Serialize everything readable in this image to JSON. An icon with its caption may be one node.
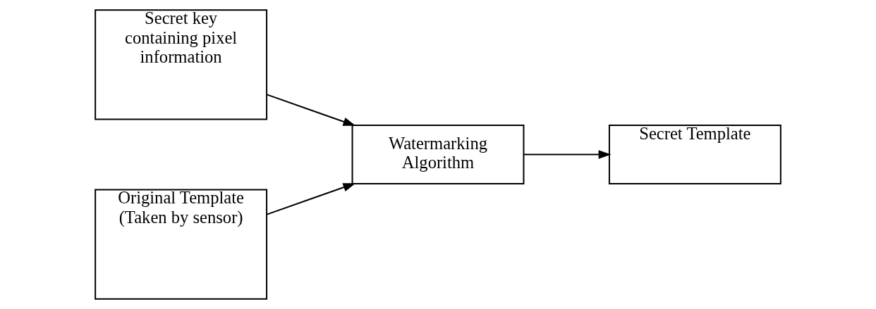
{
  "diagram": {
    "nodes": [
      {
        "text": [
          "Secret key containing pixel information"
        ]
      },
      {
        "text": [
          "Original Template (Taken by sensor)"
        ]
      },
      {
        "text": [
          "Watermarking Algorithm"
        ]
      },
      {
        "text": [
          "Secret Template"
        ]
      }
    ],
    "edges": [
      {
        "from": 0,
        "to": 2,
        "arrow": "to"
      },
      {
        "from": 1,
        "to": 2,
        "arrow": "to"
      },
      {
        "from": 2,
        "to": 3,
        "arrow": "to"
      }
    ]
  }
}
